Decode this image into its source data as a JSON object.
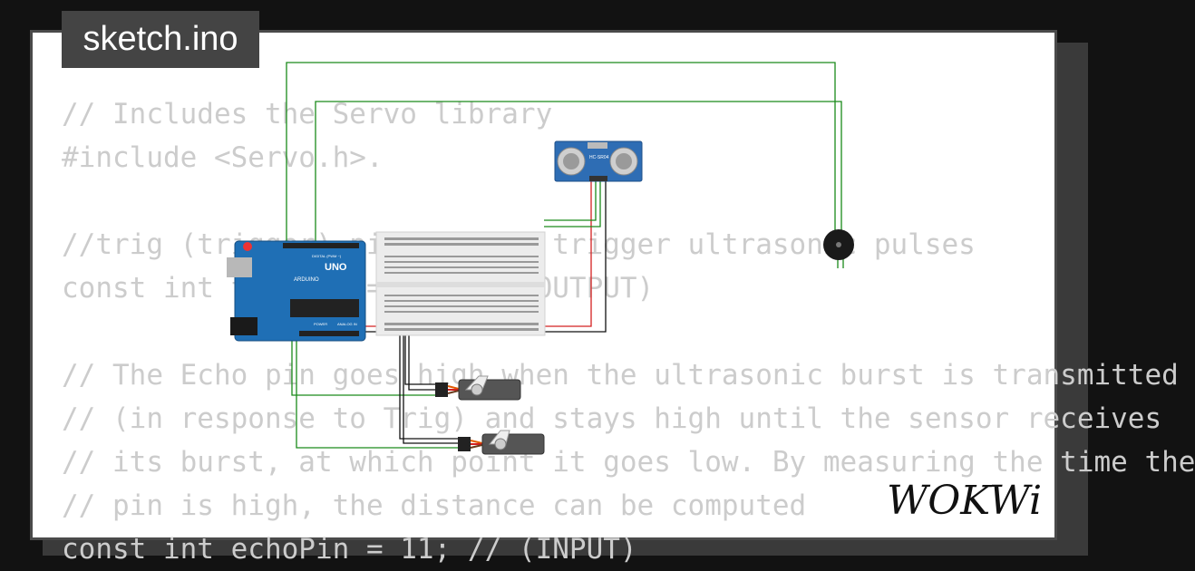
{
  "sketch": {
    "filename": "sketch.ino",
    "code_lines": [
      "// Includes the Servo library",
      "#include <Servo.h>.",
      "",
      "//trig (trigger) pin used to trigger ultrasonic pulses",
      "const int trigPin = 10; // (OUTPUT)",
      "",
      "// The Echo pin goes high when the ultrasonic burst is transmitted",
      "// (in response to Trig) and stays high until the sensor receives",
      "// its burst, at which point it goes low. By measuring the time the",
      "// pin is high, the distance can be computed",
      "const int echoPin = 11; // (INPUT)"
    ]
  },
  "diagram": {
    "arduino": {
      "model": "UNO",
      "brand": "ARDUINO",
      "label_digital": "DIGITAL (PWM ~)",
      "label_power": "POWER",
      "label_analog": "ANALOG IN"
    },
    "sensor": {
      "label": "HC-SR04"
    }
  },
  "brand": {
    "logo": "WOKWi"
  },
  "colors": {
    "wire_green": "#1a8a1a",
    "wire_red": "#d42020",
    "wire_black": "#111111",
    "arduino_blue": "#1f6fb5",
    "sensor_blue": "#2e6db4"
  }
}
